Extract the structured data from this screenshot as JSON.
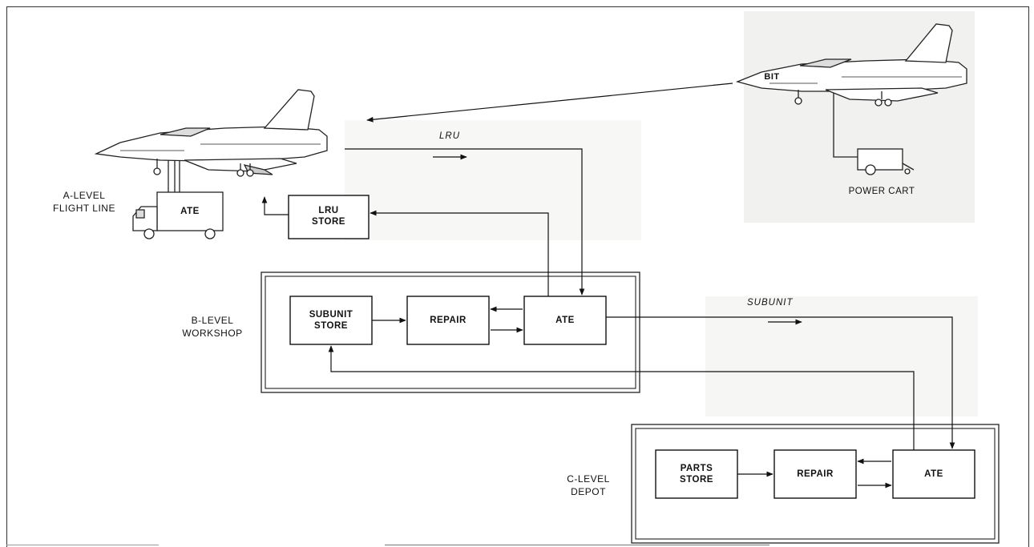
{
  "levels": {
    "a": {
      "line1": "A-LEVEL",
      "line2": "FLIGHT LINE"
    },
    "b": {
      "line1": "B-LEVEL",
      "line2": "WORKSHOP"
    },
    "c": {
      "line1": "C-LEVEL",
      "line2": "DEPOT"
    }
  },
  "flows": {
    "lru": "LRU",
    "subunit": "SUBUNIT"
  },
  "a_level": {
    "ate": "ATE",
    "lru_store_1": "LRU",
    "lru_store_2": "STORE"
  },
  "b_level": {
    "subunit_store_1": "SUBUNIT",
    "subunit_store_2": "STORE",
    "repair": "REPAIR",
    "ate": "ATE"
  },
  "c_level": {
    "parts_store_1": "PARTS",
    "parts_store_2": "STORE",
    "repair": "REPAIR",
    "ate": "ATE"
  },
  "bit_aircraft": {
    "bit": "BIT",
    "power_cart": "POWER CART"
  }
}
